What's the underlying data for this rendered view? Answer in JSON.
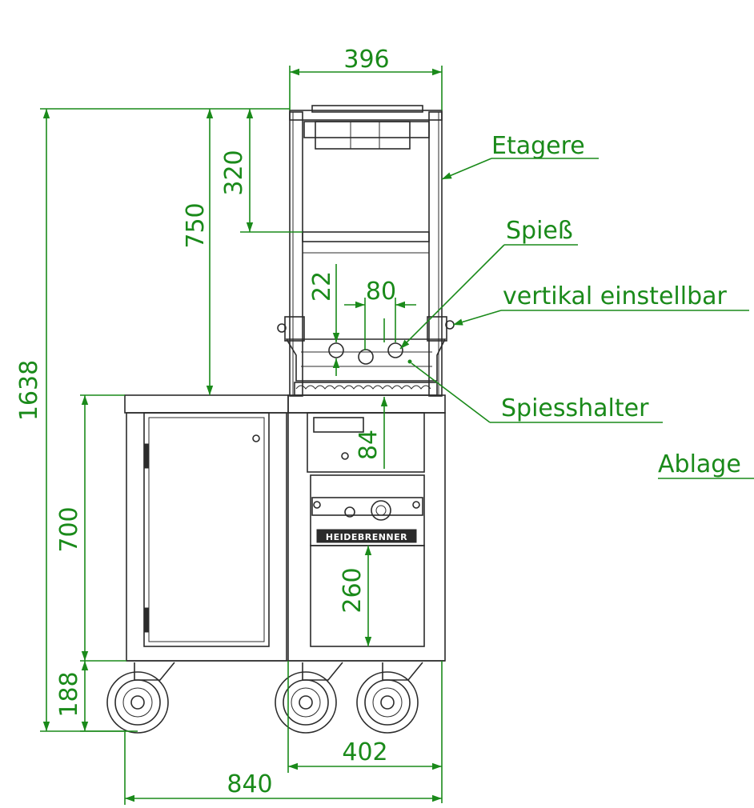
{
  "dimensions": {
    "etagere_width": "396",
    "total_height": "1638",
    "upper_height": "750",
    "shelf_height": "320",
    "spit_offset": "22",
    "spit_spacing": "80",
    "spit_holder_height": "84",
    "body_height": "700",
    "grill_section_height": "260",
    "wheel_height": "188",
    "grill_width": "402",
    "total_width": "840"
  },
  "labels": {
    "etagere": "Etagere",
    "spiess": "Spieß",
    "vertikal": "vertikal einstellbar",
    "spiesshalter": "Spiesshalter",
    "ablage": "Ablage"
  },
  "brand": {
    "name": "HEIDEBRENNER"
  },
  "colors": {
    "dimension": "#1a8a1a",
    "outline": "#2b2b2b"
  }
}
